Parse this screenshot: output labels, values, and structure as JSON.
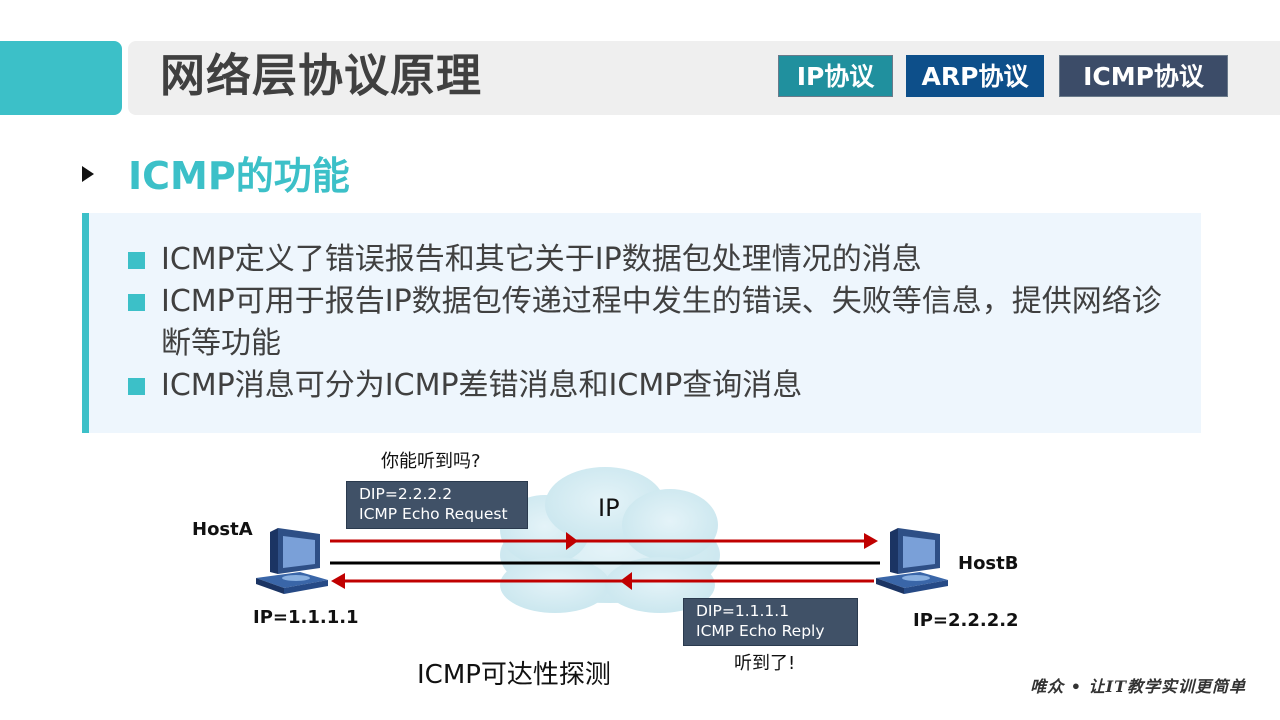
{
  "header": {
    "title": "网络层协议原理",
    "tabs": [
      "IP协议",
      "ARP协议",
      "ICMP协议"
    ]
  },
  "section": {
    "title": "ICMP的功能"
  },
  "bullets": [
    "ICMP定义了错误报告和其它关于IP数据包处理情况的消息",
    "ICMP可用于报告IP数据包传递过程中发生的错误、失败等信息，提供网络诊断等功能",
    "ICMP消息可分为ICMP差错消息和ICMP查询消息"
  ],
  "diagram": {
    "question": "你能听到吗?",
    "request_box": [
      "DIP=2.2.2.2",
      "ICMP Echo Request"
    ],
    "cloud_label": "IP",
    "host_a": {
      "name": "HostA",
      "ip": "IP=1.1.1.1"
    },
    "host_b": {
      "name": "HostB",
      "ip": "IP=2.2.2.2"
    },
    "reply_box": [
      "DIP=1.1.1.1",
      "ICMP Echo Reply"
    ],
    "answer": "听到了!",
    "caption": "ICMP可达性探测"
  },
  "footer": {
    "brand": "唯众 • 让IT教学实训更简单"
  },
  "colors": {
    "accent": "#3cc0c8",
    "arrow": "#c00000",
    "box": "#405167"
  }
}
